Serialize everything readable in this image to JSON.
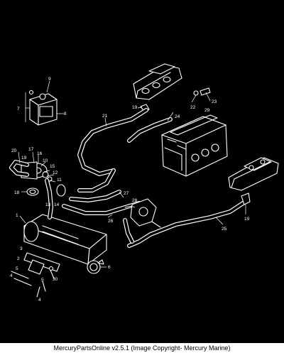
{
  "callouts": [
    {
      "id": "c1",
      "text": "1"
    },
    {
      "id": "c2",
      "text": "2"
    },
    {
      "id": "c3",
      "text": "3"
    },
    {
      "id": "c4",
      "text": "4"
    },
    {
      "id": "c5a",
      "text": "5"
    },
    {
      "id": "c5b",
      "text": "5"
    },
    {
      "id": "c6",
      "text": "6"
    },
    {
      "id": "c7",
      "text": "7"
    },
    {
      "id": "c8",
      "text": "8"
    },
    {
      "id": "c9",
      "text": "9"
    },
    {
      "id": "c10",
      "text": "10"
    },
    {
      "id": "c11",
      "text": "11"
    },
    {
      "id": "c12",
      "text": "12"
    },
    {
      "id": "c13",
      "text": "13"
    },
    {
      "id": "c14",
      "text": "14"
    },
    {
      "id": "c15",
      "text": "15"
    },
    {
      "id": "c16",
      "text": "16"
    },
    {
      "id": "c17",
      "text": "17"
    },
    {
      "id": "c18",
      "text": "18"
    },
    {
      "id": "c19a",
      "text": "19"
    },
    {
      "id": "c19b",
      "text": "19"
    },
    {
      "id": "c19c",
      "text": "19"
    },
    {
      "id": "c19d",
      "text": "19"
    },
    {
      "id": "c20",
      "text": "20"
    },
    {
      "id": "c21",
      "text": "21"
    },
    {
      "id": "c22",
      "text": "22"
    },
    {
      "id": "c23",
      "text": "23"
    },
    {
      "id": "c24",
      "text": "24"
    },
    {
      "id": "c25",
      "text": "25"
    },
    {
      "id": "c26",
      "text": "26"
    },
    {
      "id": "c27",
      "text": "27"
    },
    {
      "id": "c28",
      "text": "28"
    },
    {
      "id": "c29",
      "text": "29"
    },
    {
      "id": "c30",
      "text": "30"
    }
  ],
  "footer": {
    "text": "MercuryPartsOnline v2.5.1 (Image Copyright- Mercury Marine)"
  }
}
